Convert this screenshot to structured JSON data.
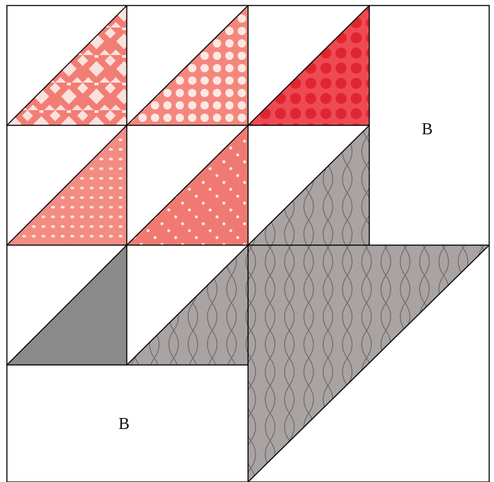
{
  "block": {
    "labels": {
      "upper_right": "B",
      "lower_left": "B"
    },
    "colors": {
      "background": "#ffffff",
      "outline": "#000000",
      "coral_stars": "#f27d75",
      "coral_dots_small": "#f4877d",
      "red_dots": "#e8323c",
      "coral_tiny_dots": "#f38c82",
      "coral_stitch": "#f07a72",
      "solid_grey": "#8a8a8a",
      "taupe_print": "#a9a3a3"
    },
    "fabric_names": [
      "coral-star-print",
      "coral-polka-dot-print",
      "red-polka-dot-print",
      "coral-tiny-dot-print",
      "coral-stitch-print",
      "solid-grey",
      "taupe-ogee-print"
    ]
  }
}
